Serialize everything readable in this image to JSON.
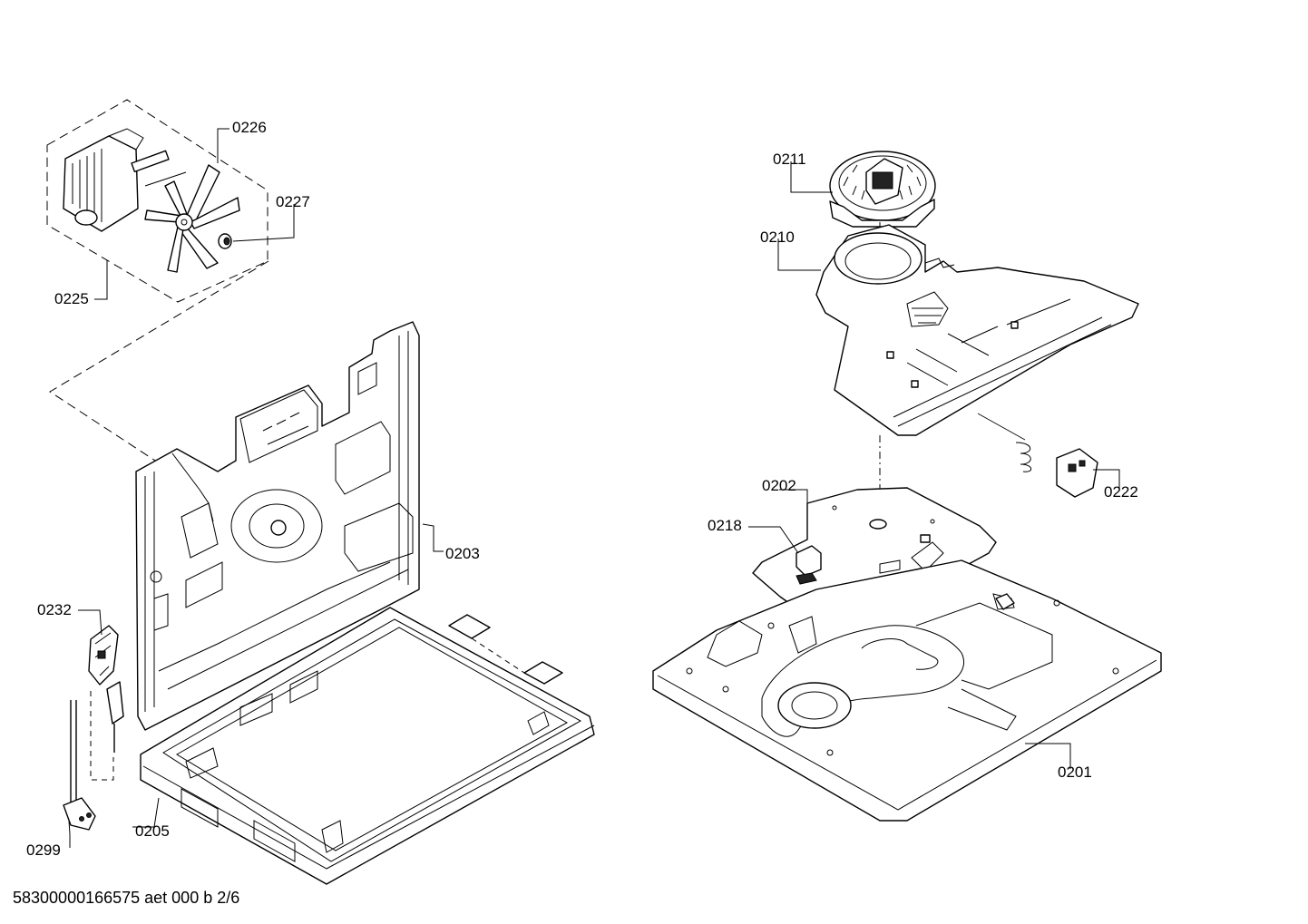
{
  "labels": {
    "p0226": "0226",
    "p0227": "0227",
    "p0225": "0225",
    "p0203": "0203",
    "p0232": "0232",
    "p0299": "0299",
    "p0205": "0205",
    "p0211": "0211",
    "p0210": "0210",
    "p0222": "0222",
    "p0202": "0202",
    "p0218": "0218",
    "p0201": "0201"
  },
  "footer": {
    "document_id": "58300000166575 aet 000 b 2/6"
  }
}
